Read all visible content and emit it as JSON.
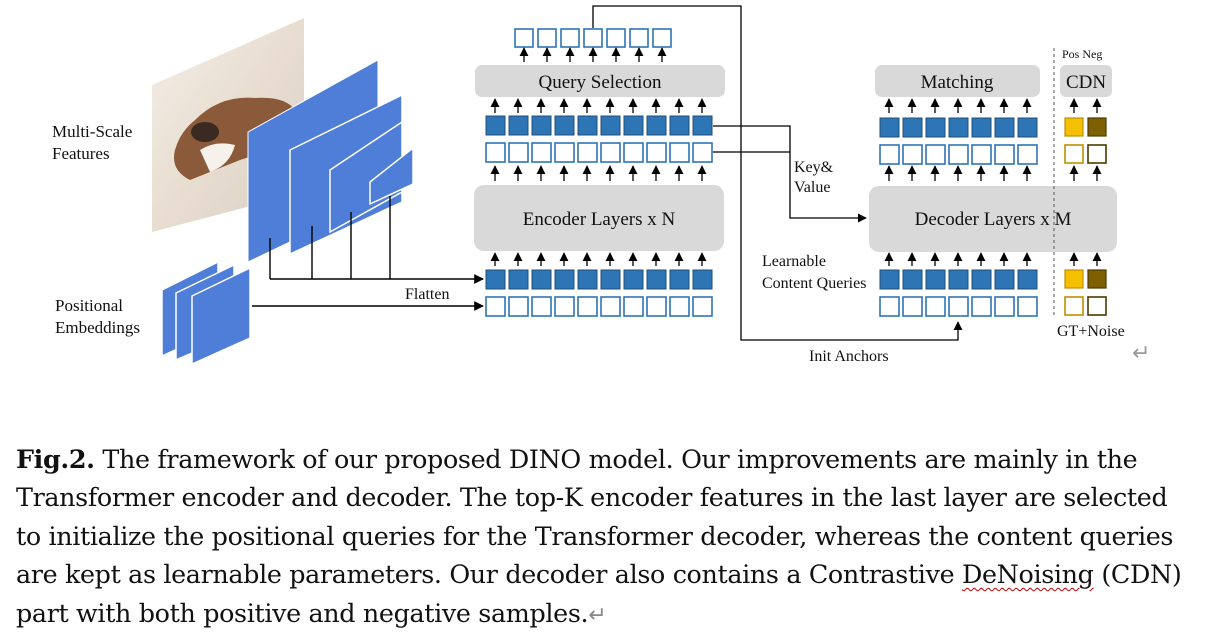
{
  "figure": {
    "labels": {
      "multi_scale_1": "Multi-Scale",
      "multi_scale_2": "Features",
      "positional_1": "Positional",
      "positional_2": "Embeddings",
      "flatten": "Flatten",
      "query_selection": "Query Selection",
      "encoder_layers": "Encoder Layers x N",
      "key_value_1": "Key&",
      "key_value_2": "Value",
      "matching": "Matching",
      "decoder_layers": "Decoder Layers x M",
      "cdn": "CDN",
      "pos_neg": "Pos Neg",
      "learnable_1": "Learnable",
      "learnable_2": "Content Queries",
      "gt_noise": "GT+Noise",
      "init_anchors": "Init Anchors"
    },
    "colors": {
      "feature_blue": "#4f7ed8",
      "token_fill": "#2e75b6",
      "token_outline": "#2e75b6",
      "box_gray": "#d9d9d9",
      "pos_yellow": "#f5c000",
      "neg_brown": "#7f6000"
    },
    "return_mark": "↵"
  },
  "caption": {
    "fig_label": "Fig.2.",
    "text_1": " The framework of our proposed DINO model. Our improvements are mainly in the Transformer encoder and decoder. The top-K encoder features in the last layer are selected to initialize the positional queries for the Transformer decoder, whereas the content queries are kept as learnable parameters. Our decoder also contains a Contrastive ",
    "squiggle_word": "DeNoising",
    "text_2": " (CDN) part with both positive and negative samples.",
    "return_mark": "↵"
  }
}
